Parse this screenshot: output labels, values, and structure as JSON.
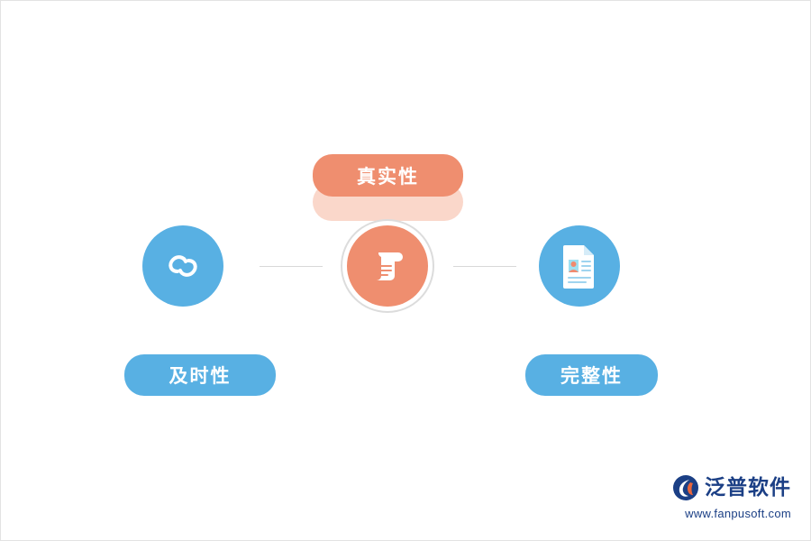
{
  "diagram": {
    "title_pill": {
      "label": "真实性",
      "color": "#ef8e6f",
      "shadow_color": "#f5b79e"
    },
    "left_pill": {
      "label": "及时性",
      "color": "#58b0e3"
    },
    "right_pill": {
      "label": "完整性",
      "color": "#58b0e3"
    },
    "nodes": [
      {
        "icon": "chain-link-icon",
        "color": "#58b0e3",
        "position": "left"
      },
      {
        "icon": "scroll-document-icon",
        "color": "#ef8e6f",
        "position": "center"
      },
      {
        "icon": "id-card-document-icon",
        "color": "#58b0e3",
        "position": "right"
      }
    ],
    "connector_color": "#d8d8d8"
  },
  "watermark": {
    "brand_name": "泛普软件",
    "url": "www.fanpusoft.com",
    "brand_color": "#1b3f85",
    "mark_icon": "fanpu-logo-icon"
  }
}
